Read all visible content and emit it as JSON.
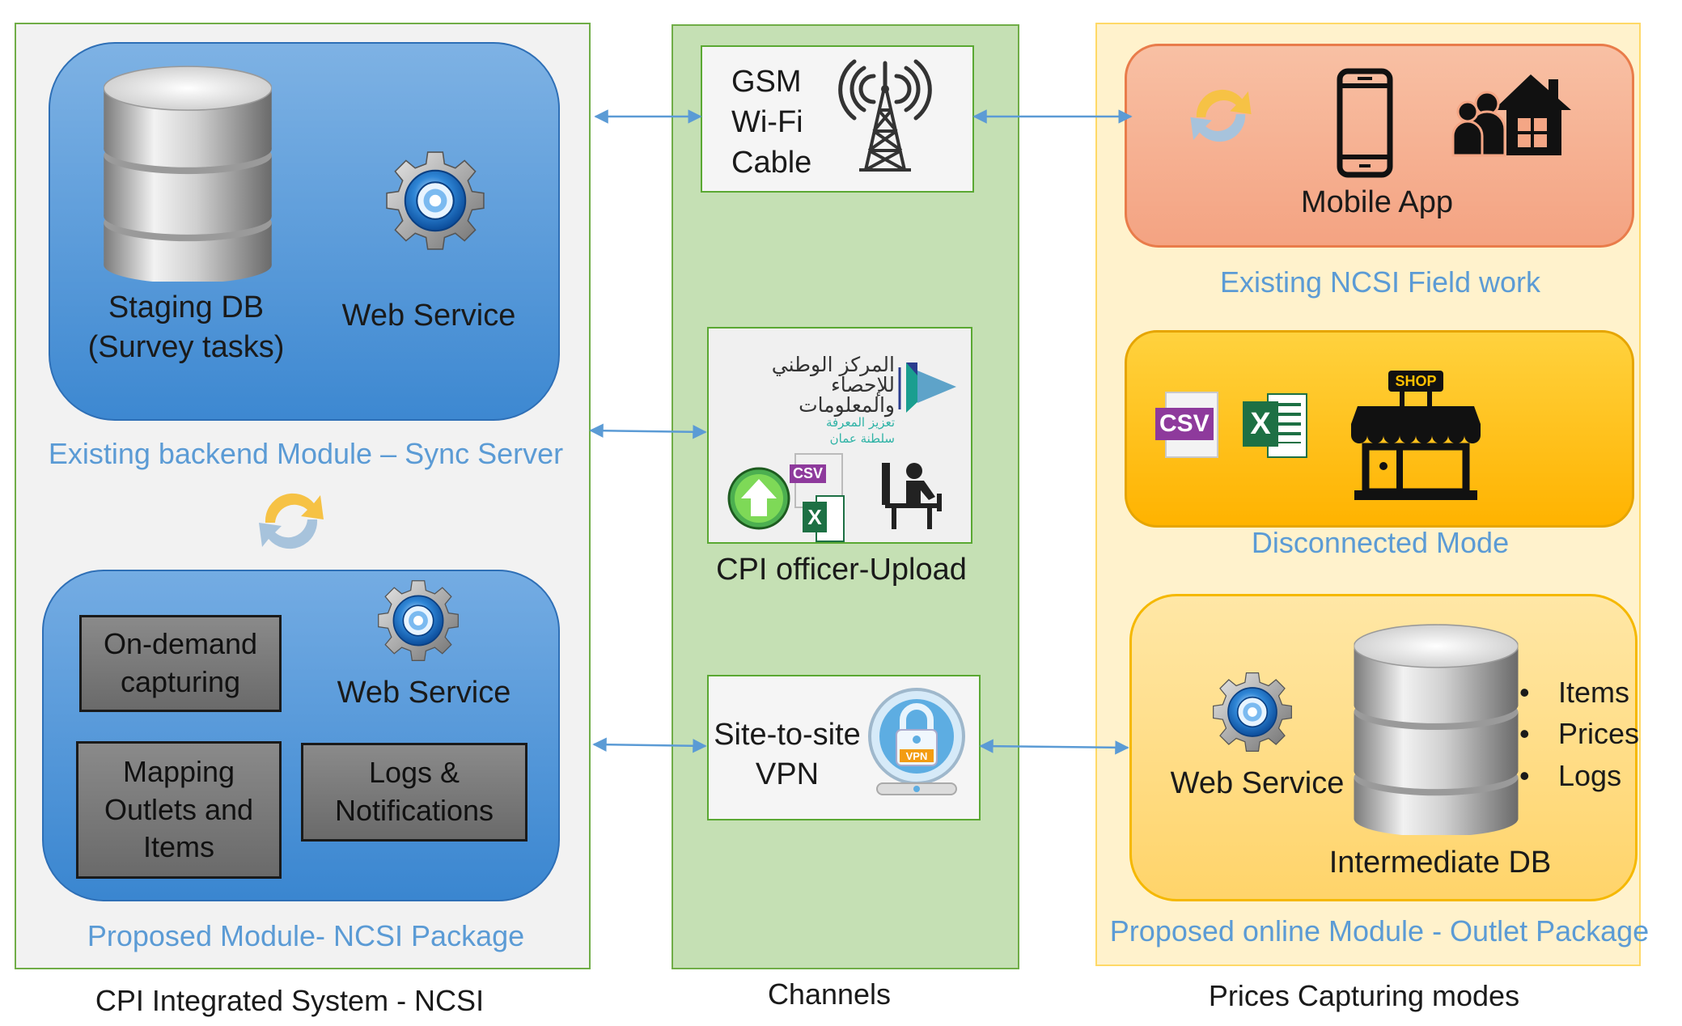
{
  "sections": {
    "left": "CPI Integrated System - NCSI",
    "middle": "Channels",
    "right": "Prices Capturing modes"
  },
  "sync_server": {
    "db_label": [
      "Staging DB",
      "(Survey tasks)"
    ],
    "ws_label": "Web Service",
    "caption": "Existing backend Module – Sync Server"
  },
  "ncsi_package": {
    "ws_label": "Web Service",
    "box1": [
      "On-demand",
      "capturing"
    ],
    "box2": [
      "Mapping",
      "Outlets and",
      "Items"
    ],
    "box3": [
      "Logs &",
      "Notifications"
    ],
    "caption": "Proposed Module- NCSI Package"
  },
  "channels": {
    "net_lines": [
      "GSM",
      "Wi-Fi",
      "Cable"
    ],
    "logo_arabic": [
      "المركز الوطني",
      "للإحصاء",
      "والمعلومات",
      "تعزيز المعرفة",
      "سلطنة عمان"
    ],
    "upload_caption": "CPI officer-Upload",
    "vpn_lines": [
      "Site-to-site",
      "VPN"
    ]
  },
  "field_work": {
    "app_label": "Mobile App",
    "caption": "Existing NCSI Field work"
  },
  "disconnected": {
    "caption": "Disconnected Mode"
  },
  "outlet_package": {
    "ws_label": "Web Service",
    "db_label": "Intermediate DB",
    "bullets": [
      "Items",
      "Prices",
      "Logs"
    ],
    "caption": "Proposed online Module - Outlet Package"
  },
  "icon_text": {
    "shop": "SHOP",
    "csv": "CSV",
    "excel": "X",
    "vpn": "VPN"
  },
  "colors": {
    "blue_module": "#5b9bd5",
    "caption_blue": "#5b9bd5",
    "channel_green": "#c5e0b4",
    "salmon": "#f4b183",
    "gold": "#ffc000",
    "light_orange": "#ffe699"
  },
  "icons": [
    "database-icon",
    "gear-icon",
    "sync-icon",
    "radio-tower-icon",
    "mobile-phone-icon",
    "people-home-icon",
    "csv-file-icon",
    "excel-file-icon",
    "shop-icon",
    "upload-arrow-icon",
    "office-worker-icon",
    "vpn-lock-icon",
    "ncsi-logo"
  ]
}
